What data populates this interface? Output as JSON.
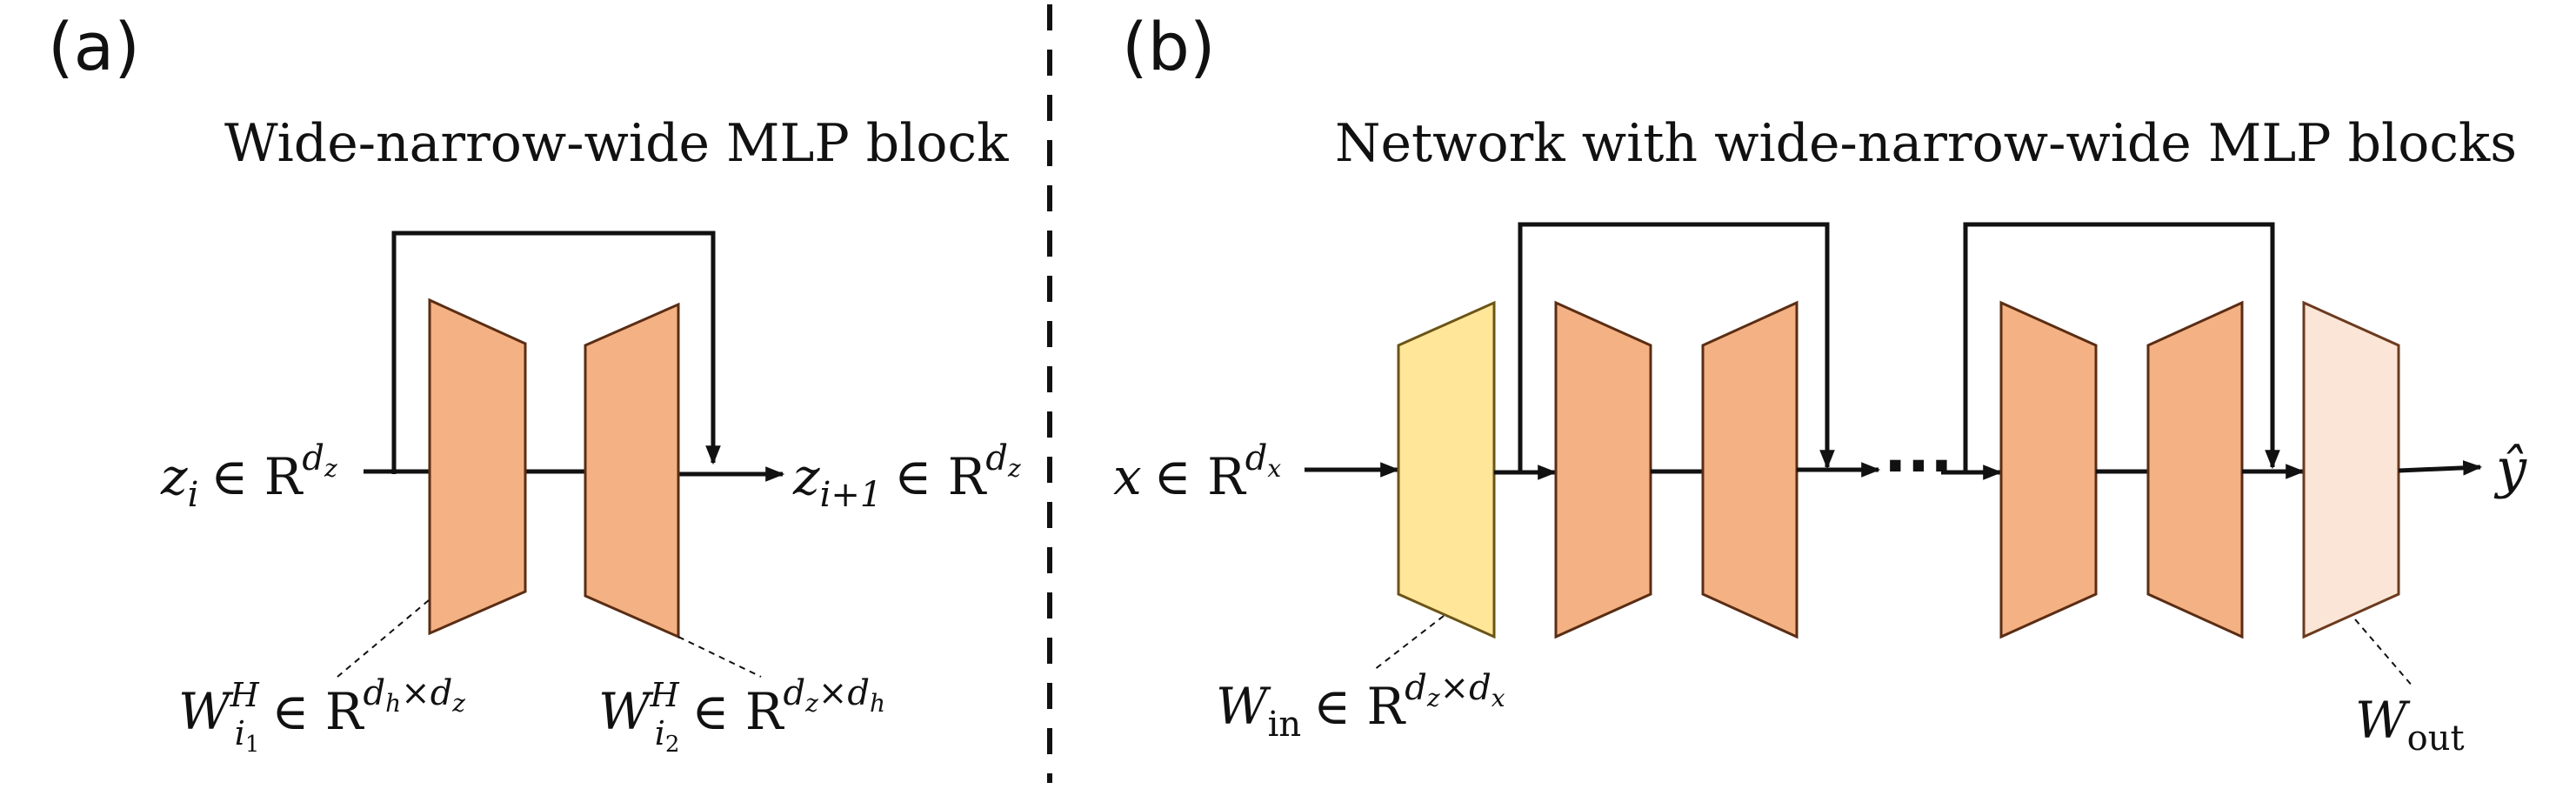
{
  "panels": {
    "a": {
      "label": "(a)",
      "title": "Wide-narrow-wide MLP block",
      "input_label": {
        "var": "z",
        "sub": "i",
        "set": "∈ R",
        "sup": "d",
        "supsub": "z"
      },
      "output_label": {
        "var": "z",
        "sub": "i+1",
        "set": "∈ R",
        "sup": "d",
        "supsub": "z"
      },
      "weight_1": {
        "var": "W",
        "sup": "H",
        "sub": "i",
        "subsub": "1",
        "set": "∈ R",
        "exp": "d",
        "exp_sub1": "h",
        "times": "×",
        "exp2": "d",
        "exp_sub2": "z"
      },
      "weight_2": {
        "var": "W",
        "sup": "H",
        "sub": "i",
        "subsub": "2",
        "set": "∈ R",
        "exp": "d",
        "exp_sub1": "z",
        "times": "×",
        "exp2": "d",
        "exp_sub2": "h"
      }
    },
    "b": {
      "label": "(b)",
      "title": "Network with wide-narrow-wide MLP blocks",
      "input_label": {
        "var": "x",
        "set": "∈ R",
        "sup": "d",
        "supsub": "x"
      },
      "ellipsis": "···",
      "output_label": "ŷ",
      "w_in": {
        "var": "W",
        "sub": "in",
        "set": "∈ R",
        "exp": "d",
        "exp_sub1": "z",
        "times": "×",
        "exp2": "d",
        "exp_sub2": "x"
      },
      "w_out": {
        "var": "W",
        "sub": "out"
      }
    }
  },
  "colors": {
    "block": "#F4B183",
    "block_stroke": "#5a2d14",
    "input_layer": "#FFE699",
    "input_stroke": "#6b5416",
    "output_layer": "#FBE5D6",
    "output_stroke": "#6b3a1e",
    "line": "#111111"
  }
}
